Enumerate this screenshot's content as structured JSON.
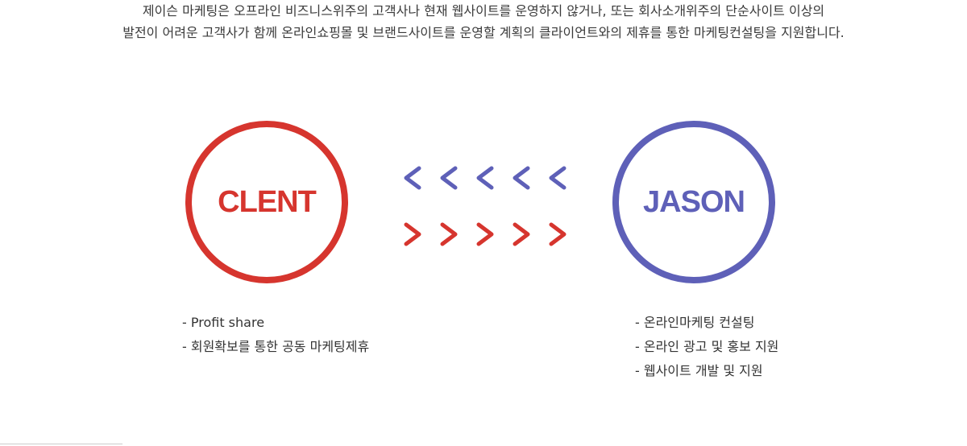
{
  "intro": {
    "line1": "제이슨 마케팅은 오프라인 비즈니스위주의 고객사나 현재 웹사이트를 운영하지 않거나, 또는 회사소개위주의 단순사이트 이상의",
    "line2": "발전이 어려운 고객사가 함께 온라인쇼핑몰 및 브랜드사이트를 운영할 계획의 클라이언트와의 제휴를 통한 마케팅컨설팅을 지원합니다."
  },
  "client": {
    "label": "CLENT",
    "color": "#d6352e",
    "items": [
      "Profit share",
      "회원확보를 통한 공동 마케팅제휴"
    ]
  },
  "jason": {
    "label": "JASON",
    "color": "#5e60b8",
    "items": [
      "온라인마케팅 컨설팅",
      "온라인 광고 및 홍보 지원",
      "웹사이트 개발 및 지원"
    ]
  },
  "arrows": {
    "left_count": 5,
    "right_count": 5,
    "left_color": "#5e60b8",
    "right_color": "#d6352e"
  }
}
